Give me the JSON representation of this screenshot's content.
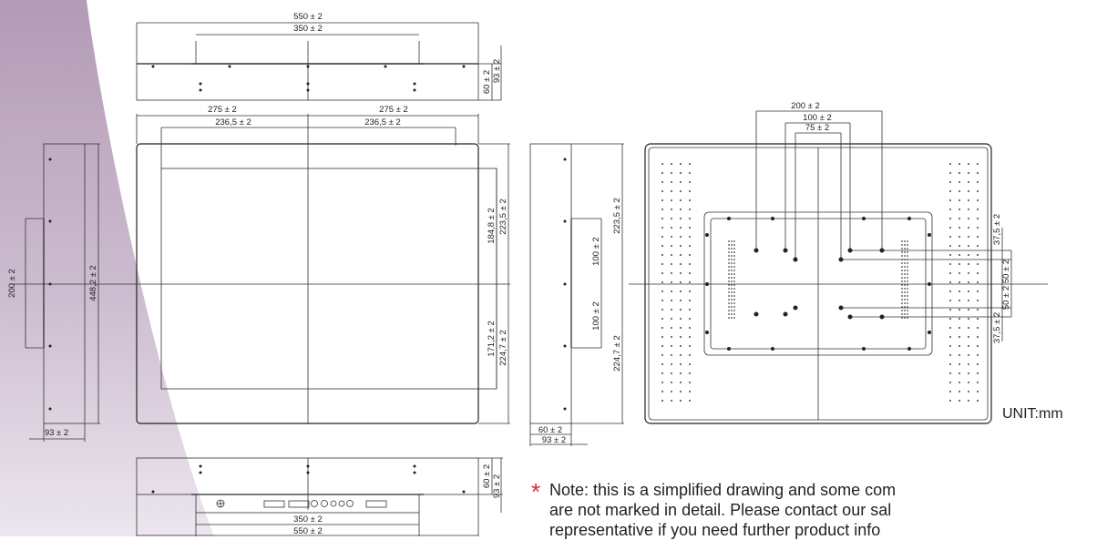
{
  "unit_label": "UNIT:mm",
  "note": {
    "star": "*",
    "line1": "Note: this is a simplified drawing and some com",
    "line2": "are not marked in detail. Please contact our sal",
    "line3": "representative if you need further product info"
  },
  "dims": {
    "top_overall": "550 ± 2",
    "top_inner": "350 ± 2",
    "top_h1": "60 ± 2",
    "top_h2": "93 ± 2",
    "front_half_l": "275 ± 2",
    "front_half_r": "275 ± 2",
    "front_active_l": "236,5 ± 2",
    "front_active_r": "236,5 ± 2",
    "front_h_upper_a": "184,8 ± 2",
    "front_h_upper_b": "223,5 ± 2",
    "front_h_lower_a": "171,2 ± 2",
    "front_h_lower_b": "224,7 ± 2",
    "left_side_h": "200 ± 2",
    "left_side_total": "448,2 ± 2",
    "left_side_depth": "93 ± 2",
    "side_upper": "223,5 ± 2",
    "side_mid_up": "100 ± 2",
    "side_mid_dn": "100 ± 2",
    "side_lower": "224,7 ± 2",
    "side_depth_a": "60 ± 2",
    "side_depth_b": "93 ± 2",
    "rear_200": "200 ± 2",
    "rear_100": "100 ± 2",
    "rear_75": "75 ± 2",
    "rear_v1": "37,5 ± 2",
    "rear_v2": "50 ± 2",
    "rear_v3": "50 ± 2",
    "rear_v4": "37,5 ± 2",
    "bottom_h1": "60 ± 2",
    "bottom_h2": "93 ± 2",
    "bottom_inner": "350 ± 2",
    "bottom_overall": "550 ± 2"
  }
}
